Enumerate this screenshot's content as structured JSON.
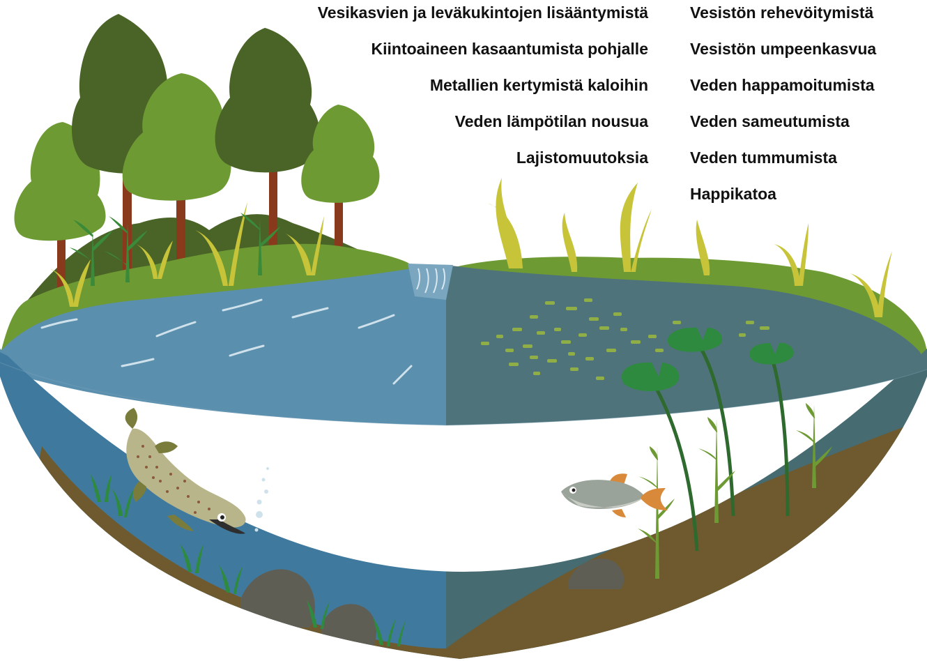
{
  "left_effects": [
    "Vesikasvien ja leväkukintojen lisääntymistä",
    "Kiintoaineen kasaantumista pohjalle",
    "Metallien kertymistä kaloihin",
    "Veden lämpötilan nousua",
    "Lajistomuutoksia"
  ],
  "right_effects": [
    "Vesistön rehevöitymistä",
    "Vesistön umpeenkasvua",
    "Veden happamoitumista",
    "Veden sameutumista",
    "Veden tummumista",
    "Happikatoa"
  ],
  "colors": {
    "clear_water": "#5b8fae",
    "clear_water_deep": "#3f7a9e",
    "murky_water": "#4f737a",
    "murky_water_deep": "#466b70",
    "soil": "#6e5a2e",
    "grass": "#6e9a34",
    "dark_tree": "#4a6428",
    "light_tree": "#6e9a34",
    "trunk": "#8a3a1c",
    "reed": "#c8c43a",
    "plant": "#3a8a3a",
    "lily_pad": "#2e8a3e",
    "rock": "#5e5e55",
    "trout": "#b9b58a",
    "roach": "#9aa39a"
  },
  "icons": [
    "tree-icon",
    "fish-icon",
    "lily-pad-icon",
    "reed-icon",
    "rock-icon",
    "waterfall-icon"
  ]
}
